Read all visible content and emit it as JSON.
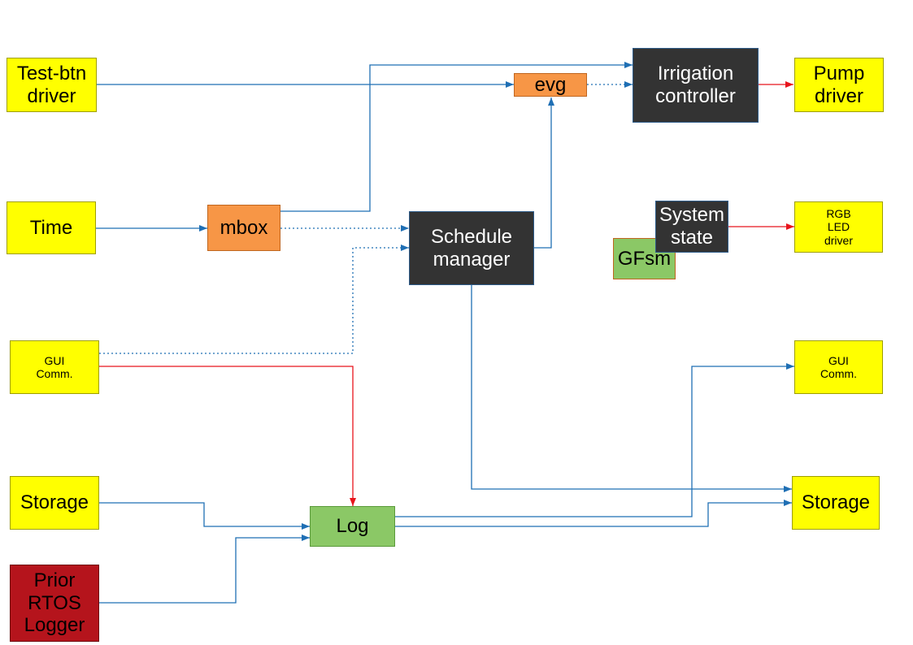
{
  "blocks": {
    "test_btn_driver": "Test-btn\ndriver",
    "time": "Time",
    "gui_comm_left": "GUI\nComm.",
    "storage_left": "Storage",
    "prior_rtos_logger": "Prior\nRTOS\nLogger",
    "mbox": "mbox",
    "evg": "evg",
    "schedule_manager": "Schedule\nmanager",
    "log": "Log",
    "irrigation_controller": "Irrigation\ncontroller",
    "pump_driver": "Pump\ndriver",
    "system_state": "System\nstate",
    "gfsm": "GFsm",
    "rgb_led_driver": "RGB\nLED\ndriver",
    "gui_comm_right": "GUI\nComm.",
    "storage_right": "Storage"
  },
  "colors": {
    "blue_arrow": "#1f6fb4",
    "red_arrow": "#e8141c",
    "yellow": "#ffff00",
    "orange": "#f79646",
    "dark": "#333333",
    "green": "#8bc866",
    "dark_red": "#b5141c"
  }
}
